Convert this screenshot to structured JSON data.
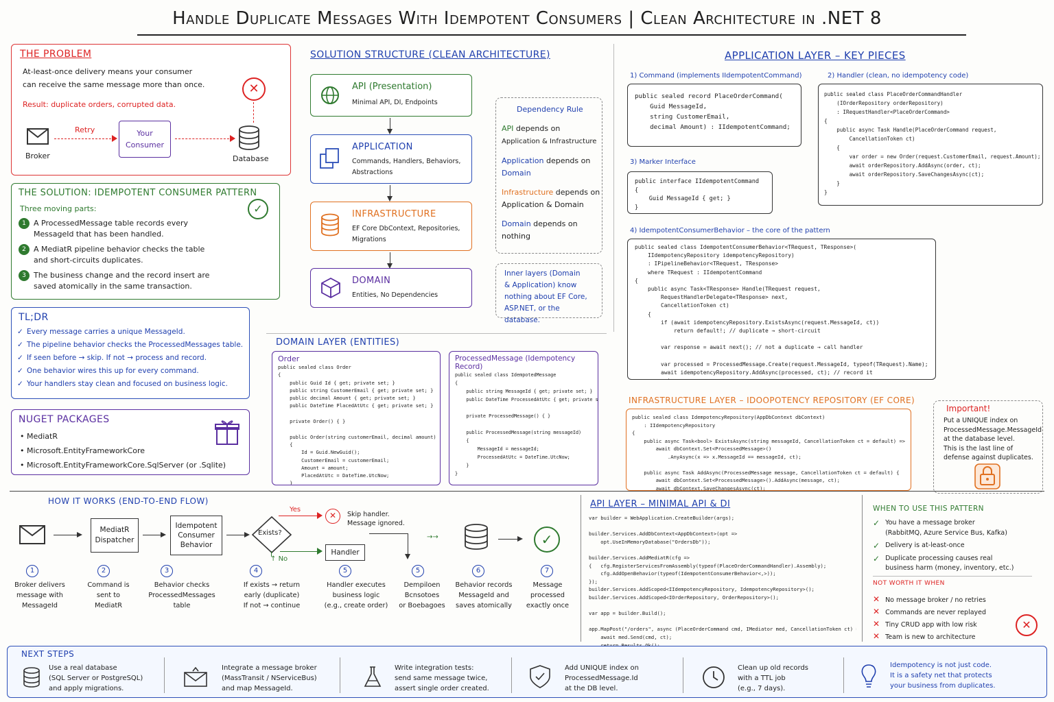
{
  "title": "Handle Duplicate Messages With Idempotent Consumers | Clean Architecture in .NET 8",
  "problem": {
    "title": "The Problem",
    "line1": "At-least-once delivery means your consumer",
    "line2": "can receive the same message more than once.",
    "result": "Result: duplicate orders, corrupted data.",
    "broker": "Broker",
    "retry": "Retry",
    "consumer_l1": "Your",
    "consumer_l2": "Consumer",
    "database": "Database"
  },
  "solution": {
    "title": "The Solution: Idempotent Consumer Pattern",
    "subtitle": "Three moving parts:",
    "items": [
      {
        "n": "1",
        "l1": "A ProcessedMessage table records every",
        "l2": "MessageId that has been handled."
      },
      {
        "n": "2",
        "l1": "A MediatR pipeline behavior checks the table",
        "l2": "and short-circuits duplicates."
      },
      {
        "n": "3",
        "l1": "The business change and the record insert are",
        "l2": "saved atomically in the same transaction."
      }
    ]
  },
  "tldr": {
    "title": "TL;DR",
    "items": [
      "Every message carries a unique MessageId.",
      "The pipeline behavior checks the ProcessedMessages table.",
      "If seen before → skip. If not → process and record.",
      "One behavior wires this up for every command.",
      "Your handlers stay clean and focused on business logic."
    ]
  },
  "nuget": {
    "title": "NuGet Packages",
    "items": [
      "MediatR",
      "Microsoft.EntityFrameworkCore",
      "Microsoft.EntityFrameworkCore.SqlServer (or .Sqlite)"
    ]
  },
  "structure": {
    "title": "Solution Structure (Clean Architecture)",
    "layers": [
      {
        "name": "API (Presentation)",
        "desc1": "Minimal API, DI, Endpoints",
        "desc2": ""
      },
      {
        "name": "Application",
        "desc1": "Commands, Handlers, Behaviors,",
        "desc2": "Abstractions"
      },
      {
        "name": "Infrastructure",
        "desc1": "EF Core DbContext, Repositories,",
        "desc2": "Migrations"
      },
      {
        "name": "Domain",
        "desc1": "Entities, No Dependencies",
        "desc2": ""
      }
    ],
    "rule_title": "Dependency Rule",
    "rules": [
      {
        "a": "API",
        "b": " depends on",
        "c": "Application & Infrastructure"
      },
      {
        "a": "Application",
        "b": " depends on",
        "c": "Domain"
      },
      {
        "a": "Infrastructure",
        "b": " depends on",
        "c": "Application & Domain"
      },
      {
        "a": "Domain",
        "b": " depends on",
        "c": "nothing"
      }
    ],
    "inner_note": [
      "Inner layers (Domain",
      "& Application) know",
      "nothing about EF Core,",
      "ASP.NET, or the database."
    ]
  },
  "app": {
    "title": "Application Layer – Key Pieces",
    "cmd_title": "1) Command (implements IIdempotentCommand)",
    "handler_title": "2) Handler (clean, no idempotency code)",
    "marker_title": "3) Marker Interface",
    "behavior_title": "4) IdempotentConsumerBehavior – the core of the pattern",
    "cmd_code": "public sealed record PlaceOrderCommand(\n    Guid MessageId,\n    string CustomerEmail,\n    decimal Amount) : IIdempotentCommand;",
    "handler_code": "public sealed class PlaceOrderCommandHandler\n    (IOrderRepository orderRepository)\n    : IRequestHandler<PlaceOrderCommand>\n{\n    public async Task Handle(PlaceOrderCommand request,\n        CancellationToken ct)\n    {\n        var order = new Order(request.CustomerEmail, request.Amount);\n        await orderRepository.AddAsync(order, ct);\n        await orderRepository.SaveChangesAsync(ct);\n    }\n}",
    "marker_code": "public interface IIdempotentCommand\n{\n    Guid MessageId { get; }\n}",
    "behavior_code": "public sealed class IdempotentConsumerBehavior<TRequest, TResponse>(\n    IIdempotencyRepository idempotencyRepository)\n    : IPipelineBehavior<TRequest, TResponse>\n    where TRequest : IIdempotentCommand\n{\n    public async Task<TResponse> Handle(TRequest request,\n        RequestHandlerDelegate<TResponse> next,\n        CancellationToken ct)\n    {\n        if (await idempotencyRepository.ExistsAsync(request.MessageId, ct))\n            return default!; // duplicate → short-circuit\n\n        var response = await next(); // not a duplicate → call handler\n\n        var processed = ProcessedMessage.Create(request.MessageId, typeof(TRequest).Name);\n        await idempotencyRepository.AddAsync(processed, ct); // record it\n        return response;"
  },
  "domain": {
    "title": "Domain Layer (Entities)",
    "order_title": "Order",
    "order_code": "public sealed class Order\n{\n    public Guid Id { get; private set; }\n    public string CustomerEmail { get; private set; }\n    public decimal Amount { get; private set; }\n    public DateTime PlacedAtUtc { get; private set; }\n\n    private Order() { }\n\n    public Order(string customerEmail, decimal amount)\n    {\n        Id = Guid.NewGuid();\n        CustomerEmail = customerEmail;\n        Amount = amount;\n        PlacedAtUtc = DateTime.UtcNow;\n    }\n}",
    "pm_title": "ProcessedMessage (Idempotency Record)",
    "pm_code": "public sealed class IdempotedMessage\n{\n    public string MessageId { get; private set; }\n    public DateTime ProcessedAtUtc { get; private set; }\n\n    private ProcessedMessage() { }\n\n    public ProcessedMessage(string messageId)\n    {\n        MessageId = messageId;\n        ProcessedAtUtc = DateTime.UtcNow;\n    }\n}"
  },
  "infra": {
    "title": "Infrastructure Layer – Idoopotency Repository (EF Core)",
    "code": "public sealed class IdempotencyRepository(AppDbContext dbContext)\n    : IIdempotencyRepository\n{\n    public async Task<bool> ExistsAsync(string messageId, CancellationToken ct = default) =>\n        await dbContext.Set<ProcessedMessage>()\n            .AnyAsync(x => x.MessageId == messageId, ct);\n\n    public async Task AddAsync(ProcessedMessage message, CancellationToken ct = default) {\n        await dbContext.Set<ProcessedMessage>().AddAsync(message, ct);\n        await dbContext.SaveChangesAsync(ct);\n    }",
    "important_title": "Important!",
    "important": [
      "Put a UNIQUE index on",
      "ProcessedMessage.MessageId",
      "at the database level.",
      "This is the last line of",
      "defense against duplicates."
    ]
  },
  "flow": {
    "title": "How it works (end-to-end flow)",
    "dispatcher": [
      "MediatR",
      "Dispatcher"
    ],
    "behavior": [
      "Idempotent",
      "Consumer",
      "Behavior"
    ],
    "exists": "Exists?",
    "yes": "Yes",
    "no": "No",
    "skip": [
      "Skip handler.",
      "Message ignored."
    ],
    "handler": "Handler",
    "steps": [
      {
        "n": "1",
        "t": [
          "Broker delivers",
          "message with",
          "MessageId"
        ]
      },
      {
        "n": "2",
        "t": [
          "Command is",
          "sent to",
          "MediatR"
        ]
      },
      {
        "n": "3",
        "t": [
          "Behavior checks",
          "ProcessedMessages",
          "table"
        ]
      },
      {
        "n": "4",
        "t": [
          "If exists → return",
          "early (duplicate)",
          "If not → continue"
        ]
      },
      {
        "n": "5",
        "t": [
          "Handler executes",
          "business logic",
          "(e.g., create order)"
        ]
      },
      {
        "n": "5",
        "t": [
          "Dempiloen",
          "Bcnsotoes",
          "or Boebagoes"
        ]
      },
      {
        "n": "6",
        "t": [
          "Behavior records",
          "MessageId and",
          "saves atomically"
        ]
      },
      {
        "n": "7",
        "t": [
          "Message",
          "processed",
          "exactly once"
        ]
      }
    ]
  },
  "api": {
    "title": "API Layer – Minimal API & DI",
    "code": "var builder = WebApplication.CreateBuilder(args);\n\nbuilder.Services.AddDbContext<AppDbContext>(opt =>\n    opt.UseInMemoryDatabase(\"OrdersDb\"));\n\nbuilder.Services.AddMediatR(cfg =>\n{   cfg.RegisterServicesFromAssembly(typeof(PlaceOrderCommandHandler).Assembly);\n    cfg.AddOpenBehavior(typeof(IdempotentConsumerBehavior<,>));\n});\nbuilder.Services.AddScoped<IIdempotencyRepository, IdempotencyRepository>();\nbuilder.Services.AddScoped<IOrderRepository, OrderRepository>();\n\nvar app = builder.Build();\n\napp.MapPost(\"/orders\", async (PlaceOrderCommand cmd, IMediator med, CancellationToken ct) =>\n    await med.Send(cmd, ct);\n    return Results.Ok();\n});\n\napp.Run();"
  },
  "when": {
    "title": "When to use this pattern",
    "yes": [
      [
        "You have a message broker",
        "(RabbitMQ, Azure Service Bus, Kafka)"
      ],
      [
        "Delivery is at-least-once"
      ],
      [
        "Duplicate processing causes real",
        "business harm (money, inventory, etc.)"
      ]
    ],
    "not_title": "Not worth it when",
    "no": [
      "No message broker / no retries",
      "Commands are never replayed",
      "Tiny CRUD app with low risk",
      "Team is new to architecture"
    ]
  },
  "next": {
    "title": "Next Steps",
    "items": [
      [
        "Use a real database",
        "(SQL Server or PostgreSQL)",
        "and apply migrations."
      ],
      [
        "Integrate a message broker",
        "(MassTransit / NServiceBus)",
        "and map MessageId."
      ],
      [
        "Write integration tests:",
        "send same message twice,",
        "assert single order created."
      ],
      [
        "Add UNIQUE index on",
        "ProcessedMessage.Id",
        "at the DB level."
      ],
      [
        "Clean up old records",
        "with a TTL job",
        "(e.g., 7 days)."
      ]
    ],
    "quote": [
      "Idempotency is not just code.",
      "It is a safety net that protects",
      "your business from duplicates."
    ]
  }
}
